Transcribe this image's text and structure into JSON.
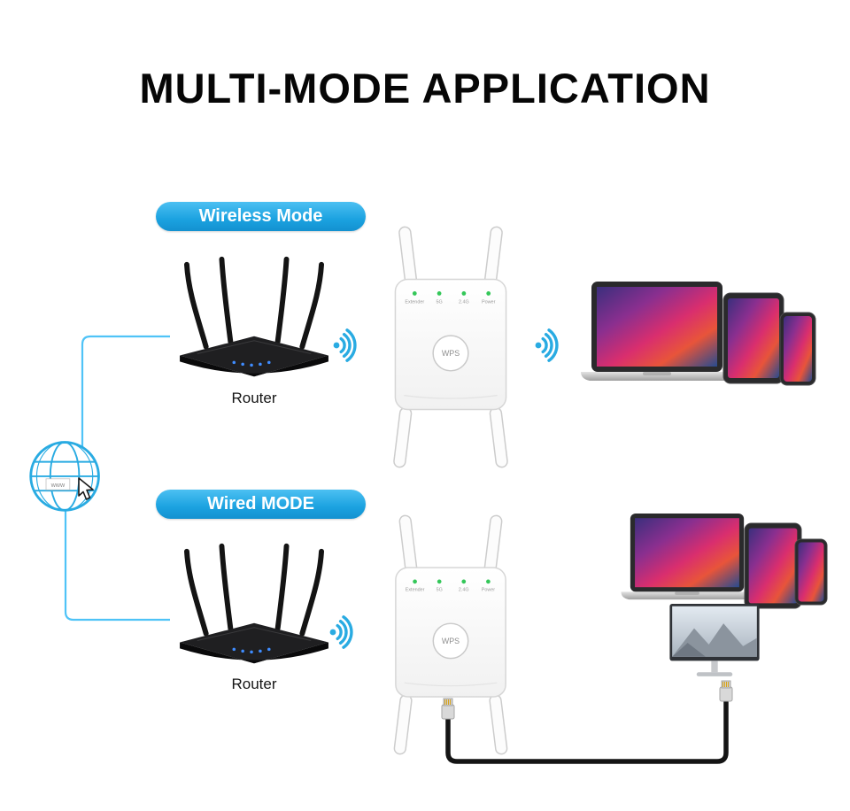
{
  "title": "MULTI-MODE APPLICATION",
  "colors": {
    "accent": "#29abe2",
    "line": "#4fc3f7",
    "cable": "#141414",
    "led_green": "#34c759"
  },
  "globe": {
    "label": "www"
  },
  "wireless": {
    "badge": "Wireless Mode",
    "router_label": "Router"
  },
  "wired": {
    "badge": "Wired MODE",
    "router_label": "Router"
  },
  "extender": {
    "wps_label": "WPS",
    "led_labels": [
      "Extender",
      "5G",
      "2.4G",
      "Power"
    ]
  },
  "icons": {
    "wifi": "wifi-signal-icon",
    "globe": "internet-globe-icon",
    "cursor": "mouse-cursor-icon",
    "ethernet": "ethernet-cable",
    "rj45": "rj45-connector-icon"
  }
}
